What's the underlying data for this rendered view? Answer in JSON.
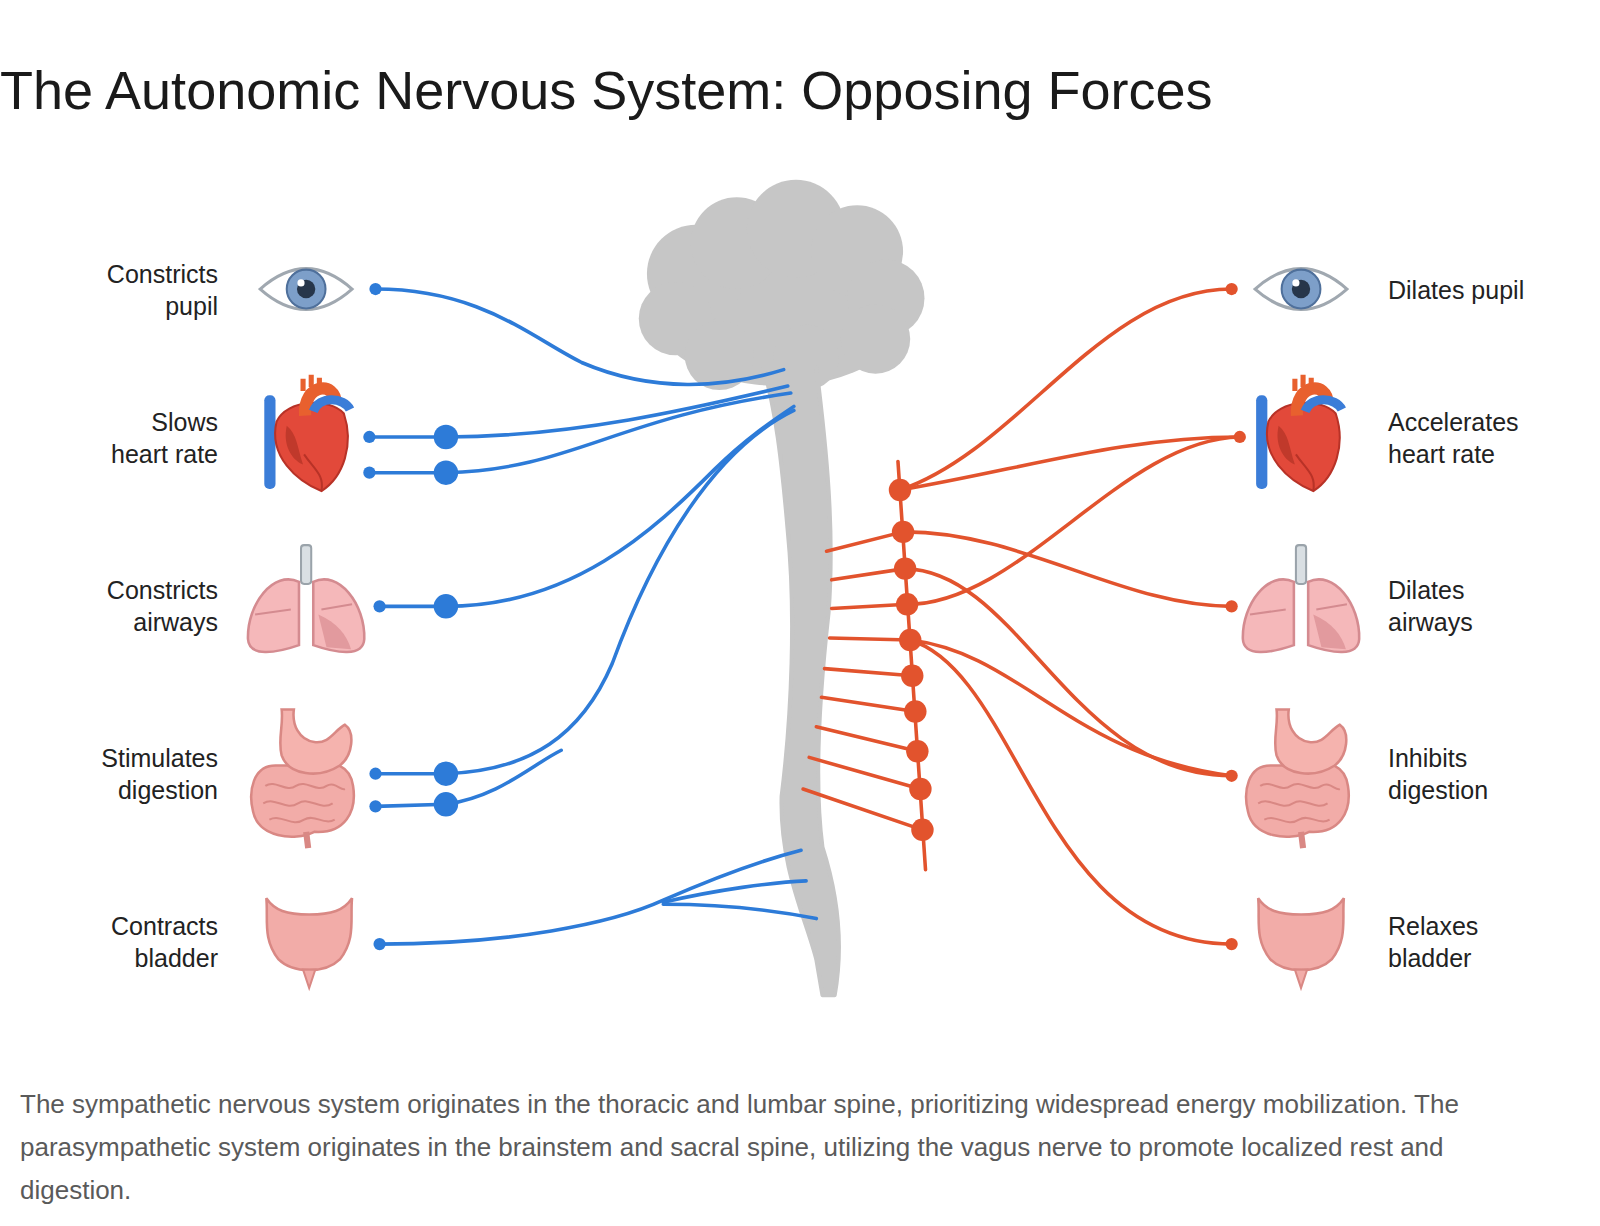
{
  "diagram": {
    "title": "The Autonomic Nervous System: Opposing Forces",
    "caption": "The sympathetic nervous system originates in the thoracic and lumbar spine, prioritizing widespread energy mobilization. The parasympathetic system originates in the brainstem and sacral spine, utilizing the vagus nerve to promote localized rest and digestion.",
    "labels": [
      "Constricts pupil",
      "Dilates pupil",
      "Slows heart rate",
      "Accelerates heart rate",
      "Constricts airways",
      "Dilates airways",
      "Stimulates digestion",
      "Inhibits digestion",
      "Contracts bladder",
      "Relaxes bladder"
    ]
  }
}
